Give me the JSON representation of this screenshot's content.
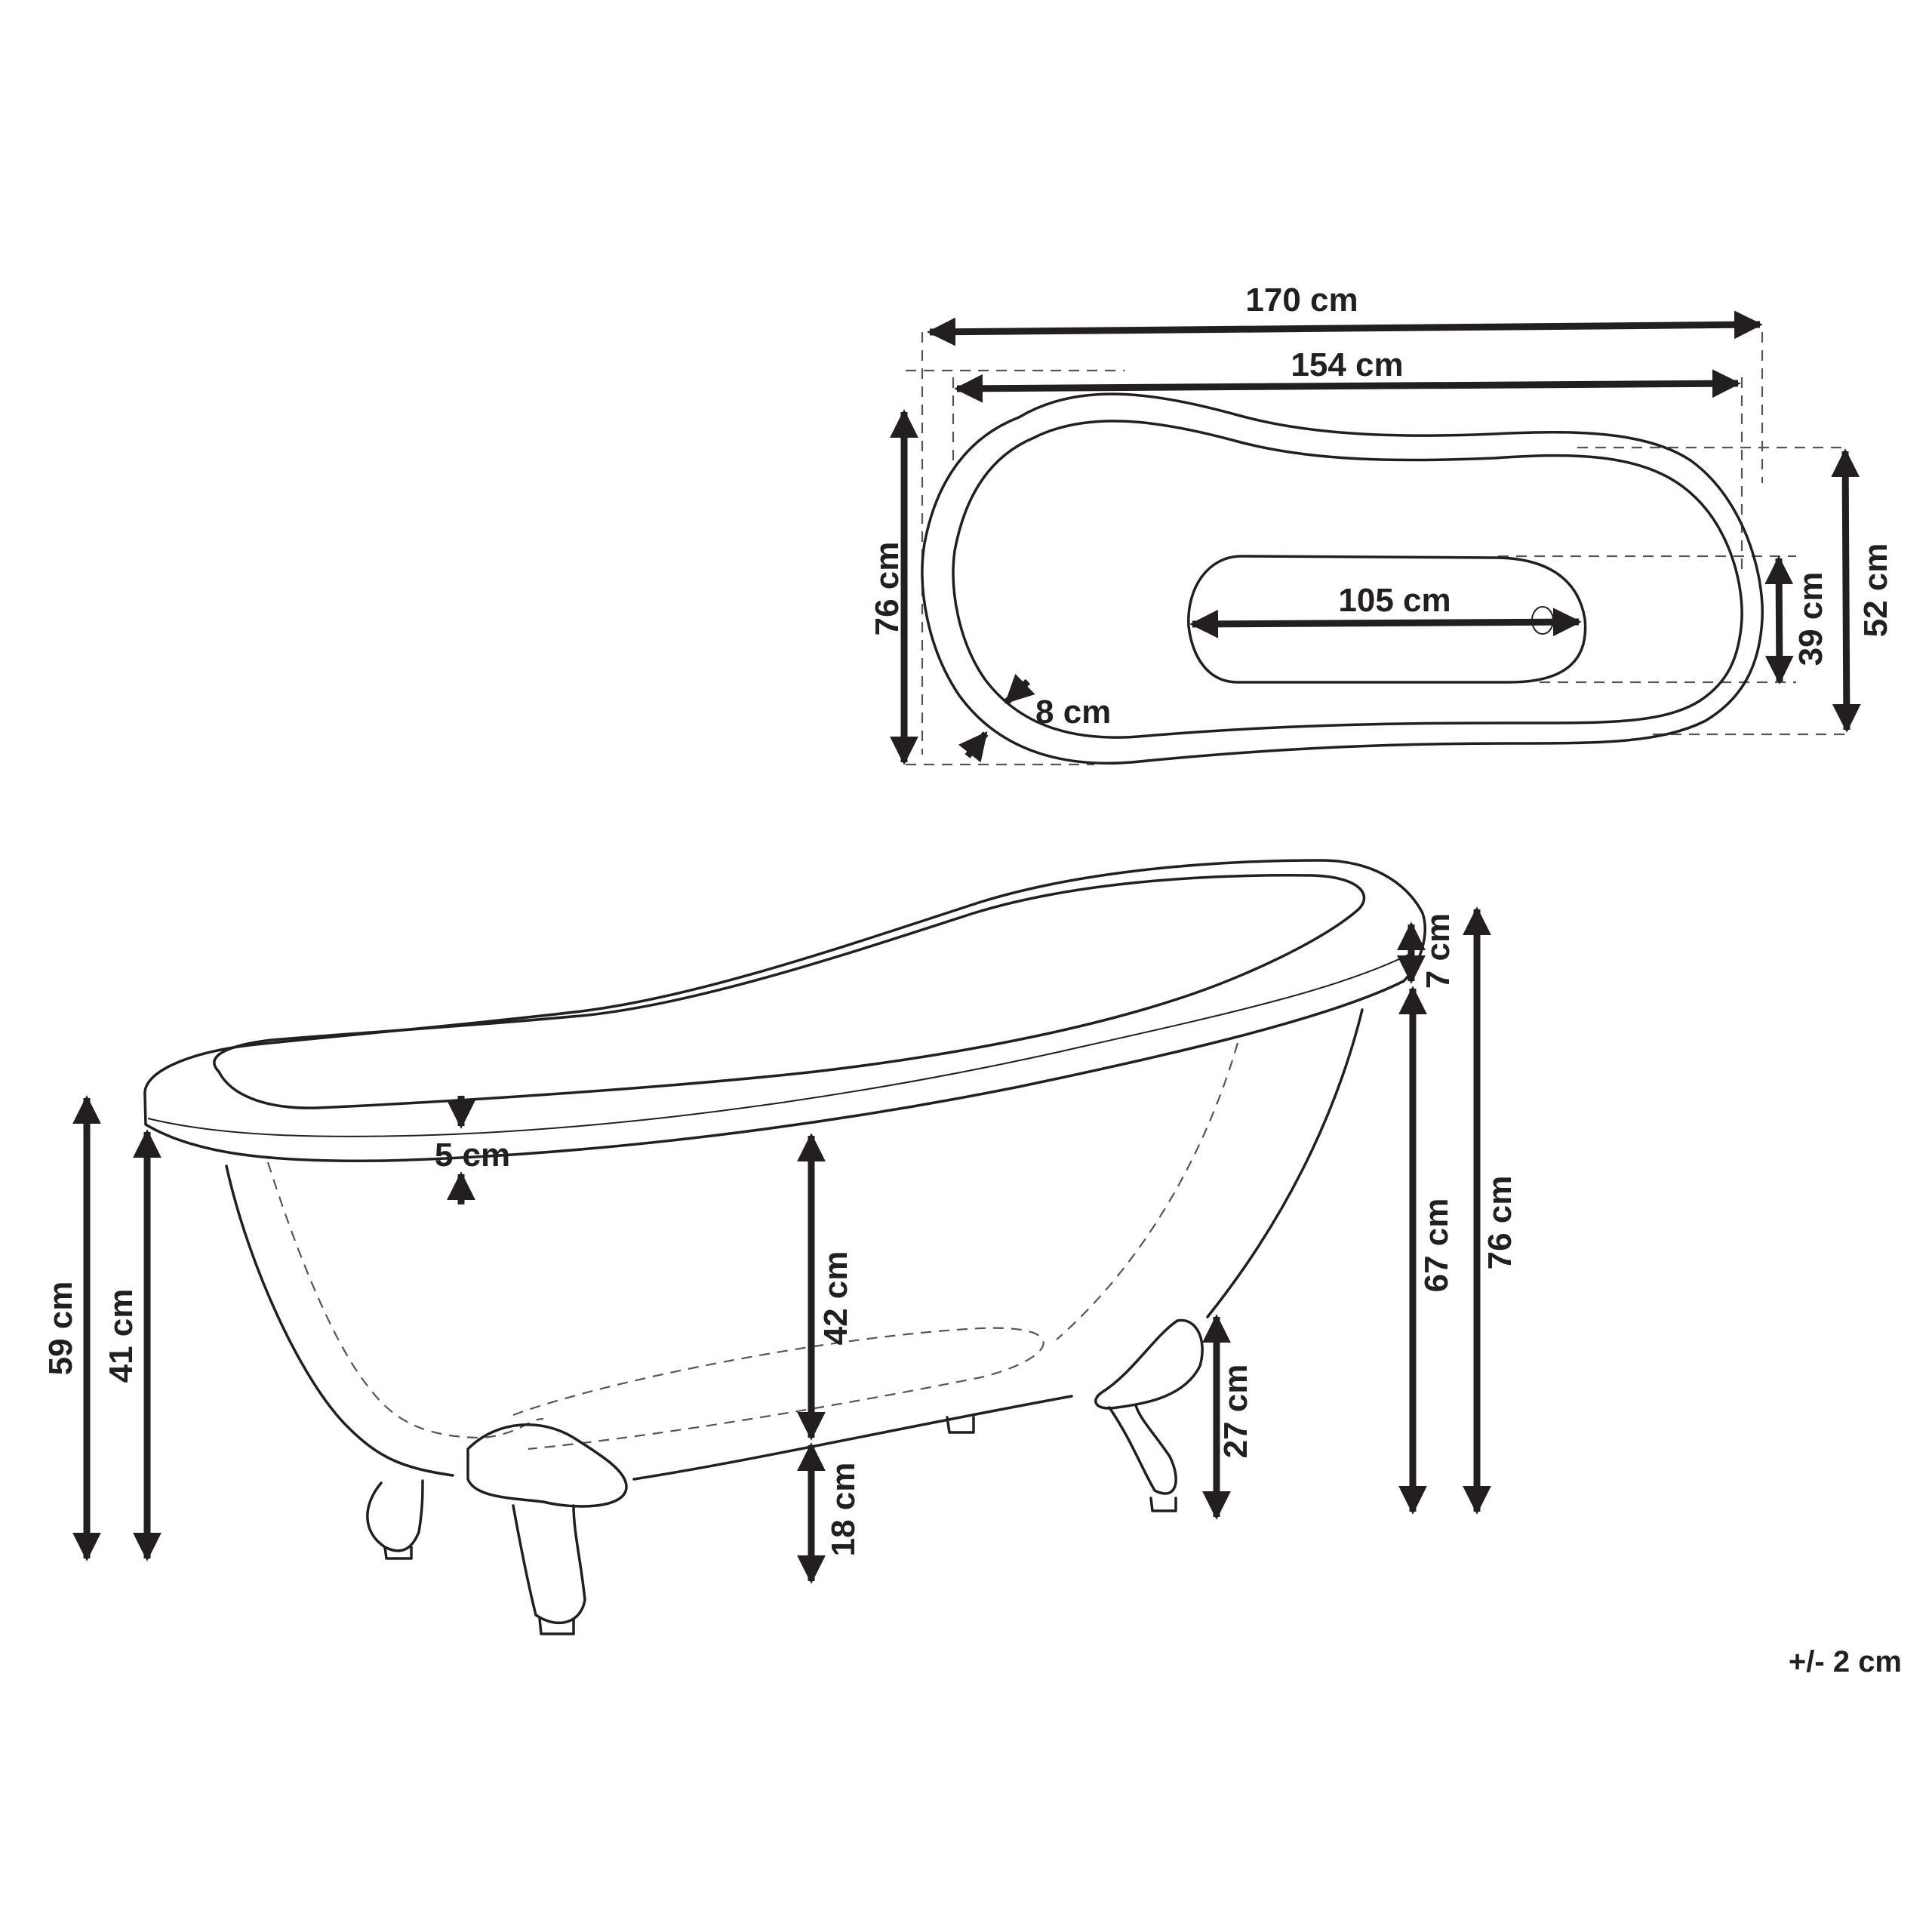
{
  "diagram": {
    "subject": "Clawfoot slipper bathtub dimension drawing",
    "tolerance_note": "+/- 2 cm",
    "top_view": {
      "overall_length": "170 cm",
      "inner_length": "154 cm",
      "overall_width": "76 cm",
      "head_end_width": "52 cm",
      "bottom_width": "39 cm",
      "bottom_length": "105 cm",
      "rim_width": "8 cm"
    },
    "side_view": {
      "rim_thickness_front": "5 cm",
      "rim_thickness_back": "7 cm",
      "low_end_height": "59 cm",
      "low_end_below_rim": "41 cm",
      "inner_depth": "42 cm",
      "bottom_clearance": "18 cm",
      "foot_height": "27 cm",
      "high_end_below_rim": "67 cm",
      "high_end_height": "76 cm"
    }
  },
  "colors": {
    "ink": "#231f20",
    "background": "#ffffff",
    "dashed_guides": "#555555"
  }
}
